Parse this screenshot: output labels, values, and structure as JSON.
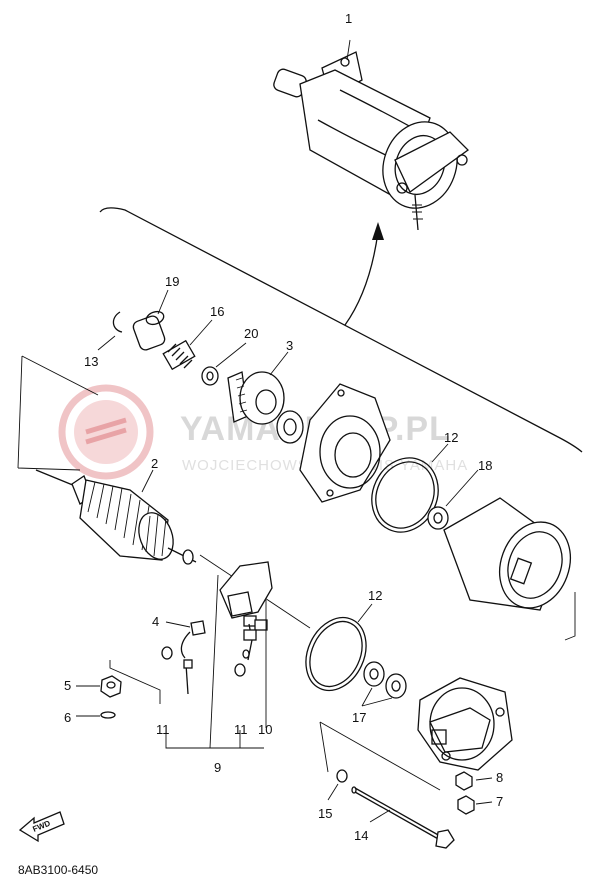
{
  "diagram": {
    "part_code": "8AB3100-6450",
    "fwd_label": "FWD",
    "watermark": {
      "line1": "YAMASKLEP.PL",
      "line2": "WOJCIECHOWSKI SERWIS YAMAHA",
      "logo_color": "#e8a3a6"
    },
    "callouts": {
      "c1": "1",
      "c2": "2",
      "c3": "3",
      "c4": "4",
      "c5": "5",
      "c6": "6",
      "c7": "7",
      "c8": "8",
      "c9": "9",
      "c10": "10",
      "c11a": "11",
      "c11b": "11",
      "c12a": "12",
      "c12b": "12",
      "c13": "13",
      "c14": "14",
      "c15": "15",
      "c16": "16",
      "c17": "17",
      "c18": "18",
      "c19": "19",
      "c20": "20"
    }
  }
}
